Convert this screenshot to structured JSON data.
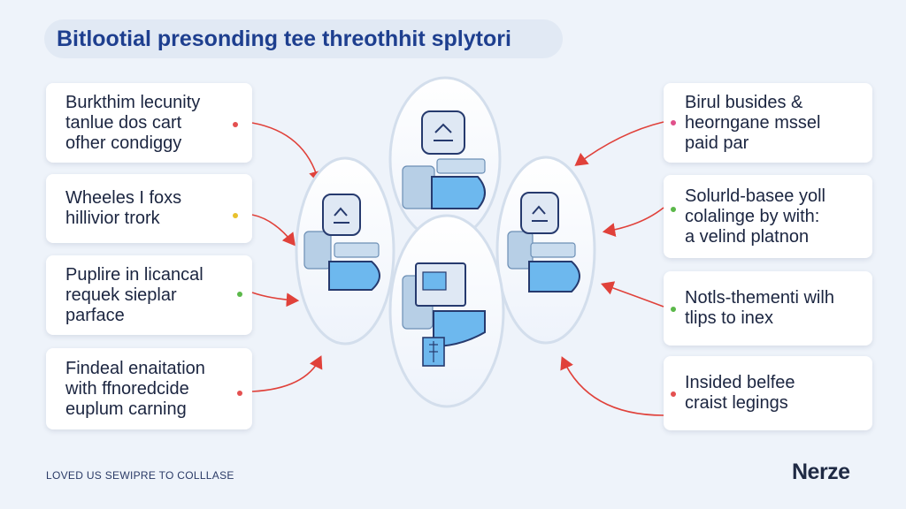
{
  "title": "Bitlootial presonding tee threothhit splytori",
  "left_cards": [
    {
      "text": "Burkthim lecunity\ntanlue dos cart\nofher condiggy"
    },
    {
      "text": "Wheeles I foxs\nhillivior trork"
    },
    {
      "text": "Puplire in licancal\nrequek sieplar\nparface"
    },
    {
      "text": "Findeal enaitation\nwith ffnoredcide\neuplum carning"
    }
  ],
  "right_cards": [
    {
      "text": "Birul busides &\nheorngane mssel\npaid par"
    },
    {
      "text": "Solurld-basee yoll\ncolalinge by with:\na velind platnon"
    },
    {
      "text": "Notls-thementi wilh\ntlips to inex"
    },
    {
      "text": "Insided belfee\ncraist legings"
    }
  ],
  "footer": {
    "left_text": "LOVED US SEWIPRE TO COLLLASE"
  },
  "logo": {
    "text": "Nerze"
  },
  "colors": {
    "accent_red": "#e0413a",
    "dot_red": "#e45050",
    "dot_yellow": "#e8c12d",
    "dot_green": "#5bb84a",
    "dot_pink": "#e0508a",
    "title_color": "#1e3f8f",
    "machine_blue": "#6db8ee"
  },
  "icons": {
    "pod_device": "robot-machine-icon",
    "arrow": "curved-arrow-icon"
  }
}
